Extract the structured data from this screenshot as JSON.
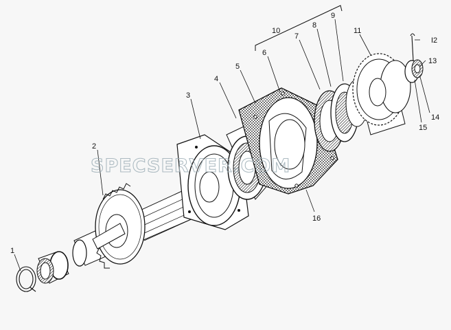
{
  "labels": [
    "1",
    "2",
    "3",
    "4",
    "5",
    "6",
    "7",
    "8",
    "9",
    "10",
    "11",
    "I2",
    "13",
    "14",
    "15",
    "16"
  ],
  "watermark": "SPECSERVER.COM",
  "colors": {
    "ink": "#111111",
    "background": "#f7f7f7",
    "watermark": "#9fb0b8"
  }
}
